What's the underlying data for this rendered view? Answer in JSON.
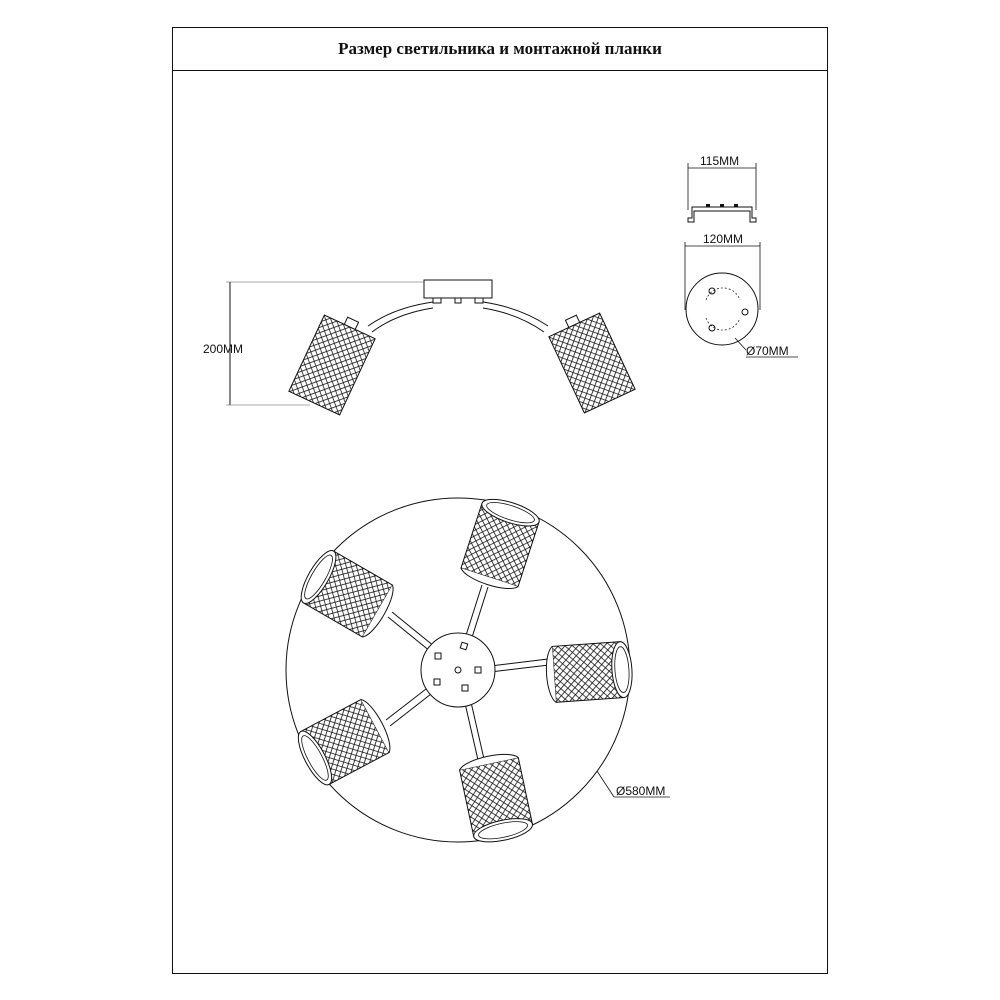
{
  "title": "Размер светильника и монтажной планки",
  "dimensions": {
    "height": "200MM",
    "bracket_width": "115MM",
    "canopy_width": "120MM",
    "canopy_diameter": "Ø70MM",
    "overall_diameter": "Ø580MM"
  },
  "colors": {
    "line": "#111111",
    "paper": "#ffffff"
  }
}
